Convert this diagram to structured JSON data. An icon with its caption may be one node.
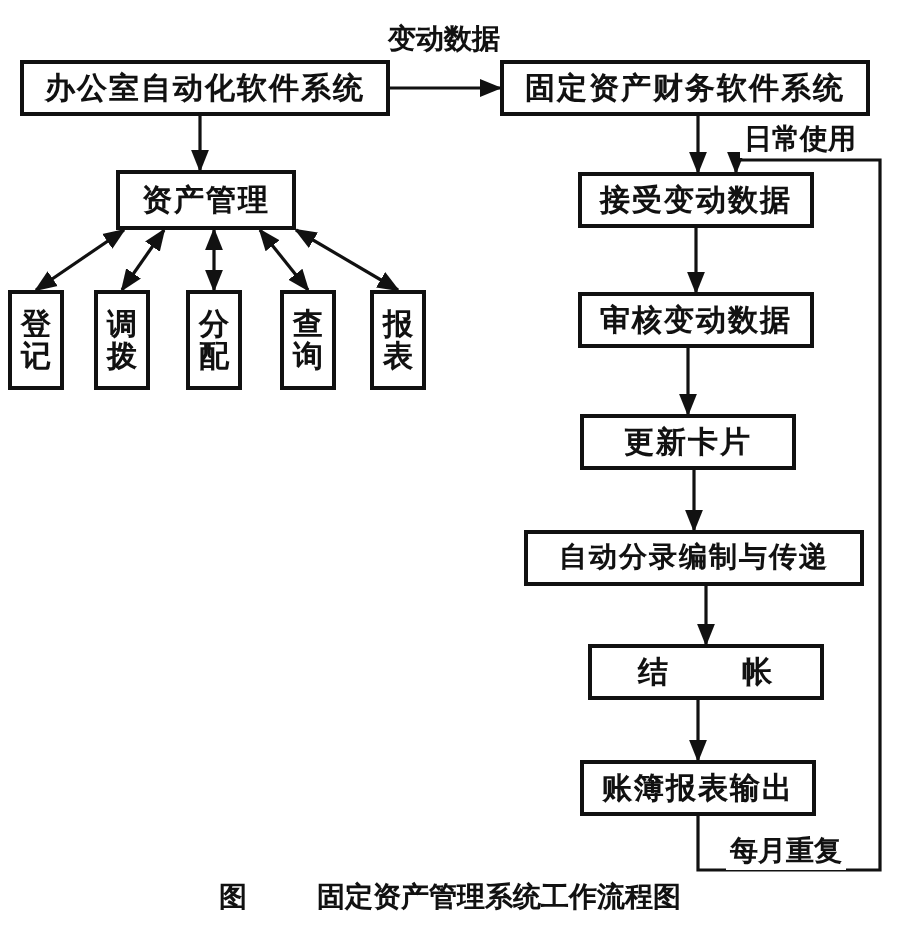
{
  "diagram": {
    "caption": "图 固定资产管理系统工作流程图",
    "nodes": [
      {
        "text": [
          "办公室自动化软件系统"
        ]
      },
      {
        "text": [
          "固定资产财务软件系统"
        ]
      },
      {
        "text": [
          "资产管理"
        ]
      },
      {
        "text": [
          "登记"
        ]
      },
      {
        "text": [
          "调拨"
        ]
      },
      {
        "text": [
          "分配"
        ]
      },
      {
        "text": [
          "查询"
        ]
      },
      {
        "text": [
          "报表"
        ]
      },
      {
        "text": [
          "接受变动数据"
        ]
      },
      {
        "text": [
          "审核变动数据"
        ]
      },
      {
        "text": [
          "更新卡片"
        ]
      },
      {
        "text": [
          "自动分录编制与传递"
        ]
      },
      {
        "text": [
          "结 帐"
        ]
      },
      {
        "text": [
          "账簿报表输出"
        ]
      }
    ],
    "edges": [
      {
        "from": 0,
        "to": 1,
        "arrow": "to",
        "label": "变动数据"
      },
      {
        "from": 0,
        "to": 2,
        "arrow": "to"
      },
      {
        "from": 2,
        "to": 3,
        "arrow": "both"
      },
      {
        "from": 2,
        "to": 4,
        "arrow": "both"
      },
      {
        "from": 2,
        "to": 5,
        "arrow": "both"
      },
      {
        "from": 2,
        "to": 6,
        "arrow": "both"
      },
      {
        "from": 2,
        "to": 7,
        "arrow": "both"
      },
      {
        "from": 1,
        "to": 8,
        "arrow": "to"
      },
      {
        "from": 8,
        "to": 9,
        "arrow": "to"
      },
      {
        "from": 9,
        "to": 10,
        "arrow": "to"
      },
      {
        "from": 10,
        "to": 11,
        "arrow": "to"
      },
      {
        "from": 11,
        "to": 12,
        "arrow": "to"
      },
      {
        "from": 12,
        "to": 13,
        "arrow": "to"
      },
      {
        "from": 13,
        "to": 8,
        "arrow": "to",
        "label": "每月重复"
      }
    ],
    "labels": [
      "日常使用"
    ]
  }
}
